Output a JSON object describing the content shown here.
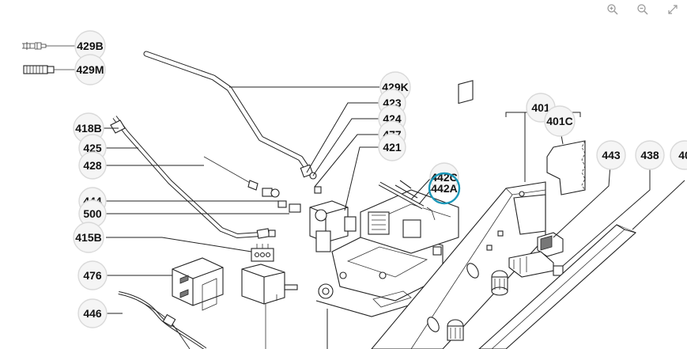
{
  "toolbar": {
    "zoom_in_icon": "zoom-in-icon",
    "zoom_out_icon": "zoom-out-icon",
    "fullscreen_icon": "expand-icon"
  },
  "colors": {
    "highlight": "#1a97b8",
    "callout_fill": "#f5f5f5",
    "callout_stroke": "#d9d9d9",
    "line": "#222222"
  },
  "callouts": {
    "c429B": "429B",
    "c429M": "429M",
    "c429K": "429K",
    "c423": "423",
    "c424": "424",
    "c477": "477",
    "c421": "421",
    "c418B": "418B",
    "c425": "425",
    "c428": "428",
    "c444": "444",
    "c500": "500",
    "c415B": "415B",
    "c476": "476",
    "c446": "446",
    "c442C": "442C",
    "c442A": "442A",
    "c401": "401",
    "c401C": "401C",
    "c443": "443",
    "c438": "438",
    "c40x": "40"
  },
  "selected_callout": "442A"
}
